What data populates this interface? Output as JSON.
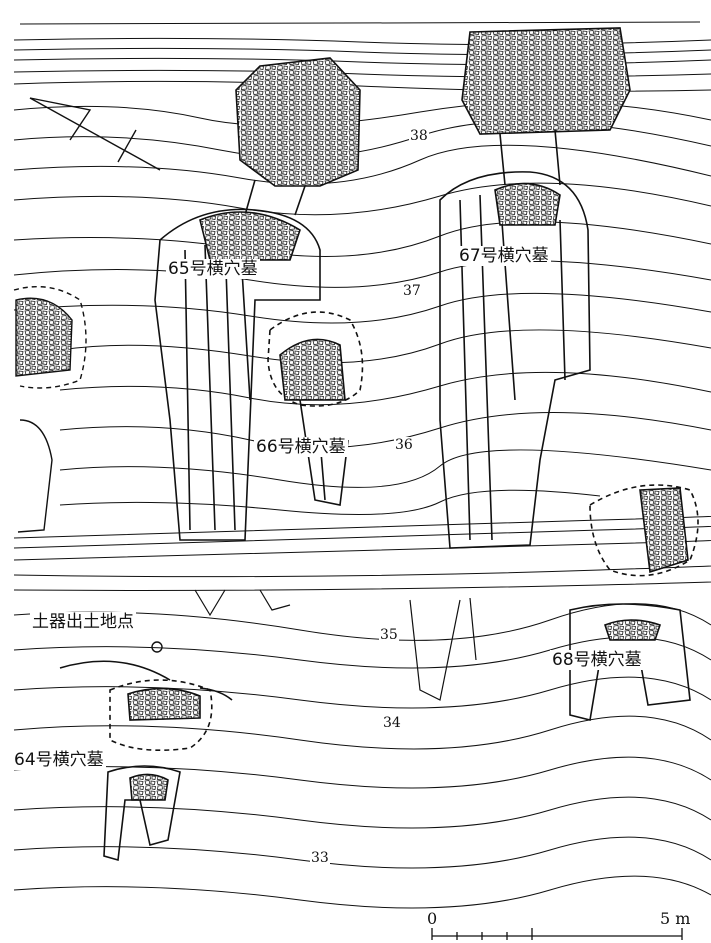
{
  "tombs": {
    "t64": "64号横穴墓",
    "t65": "65号横穴墓",
    "t66": "66号横穴墓",
    "t67": "67号横穴墓",
    "t68": "68号横穴墓"
  },
  "find_spot": "土器出土地点",
  "contours": {
    "c33": "33",
    "c34": "34",
    "c35": "35",
    "c36": "36",
    "c37": "37",
    "c38": "38"
  },
  "scale": {
    "start": "0",
    "end": "5 m"
  },
  "icons": {
    "north_arrow": "north-arrow-icon",
    "stones": "stone-pile-icon"
  },
  "colors": {
    "ink": "#111111",
    "paper": "#ffffff"
  }
}
